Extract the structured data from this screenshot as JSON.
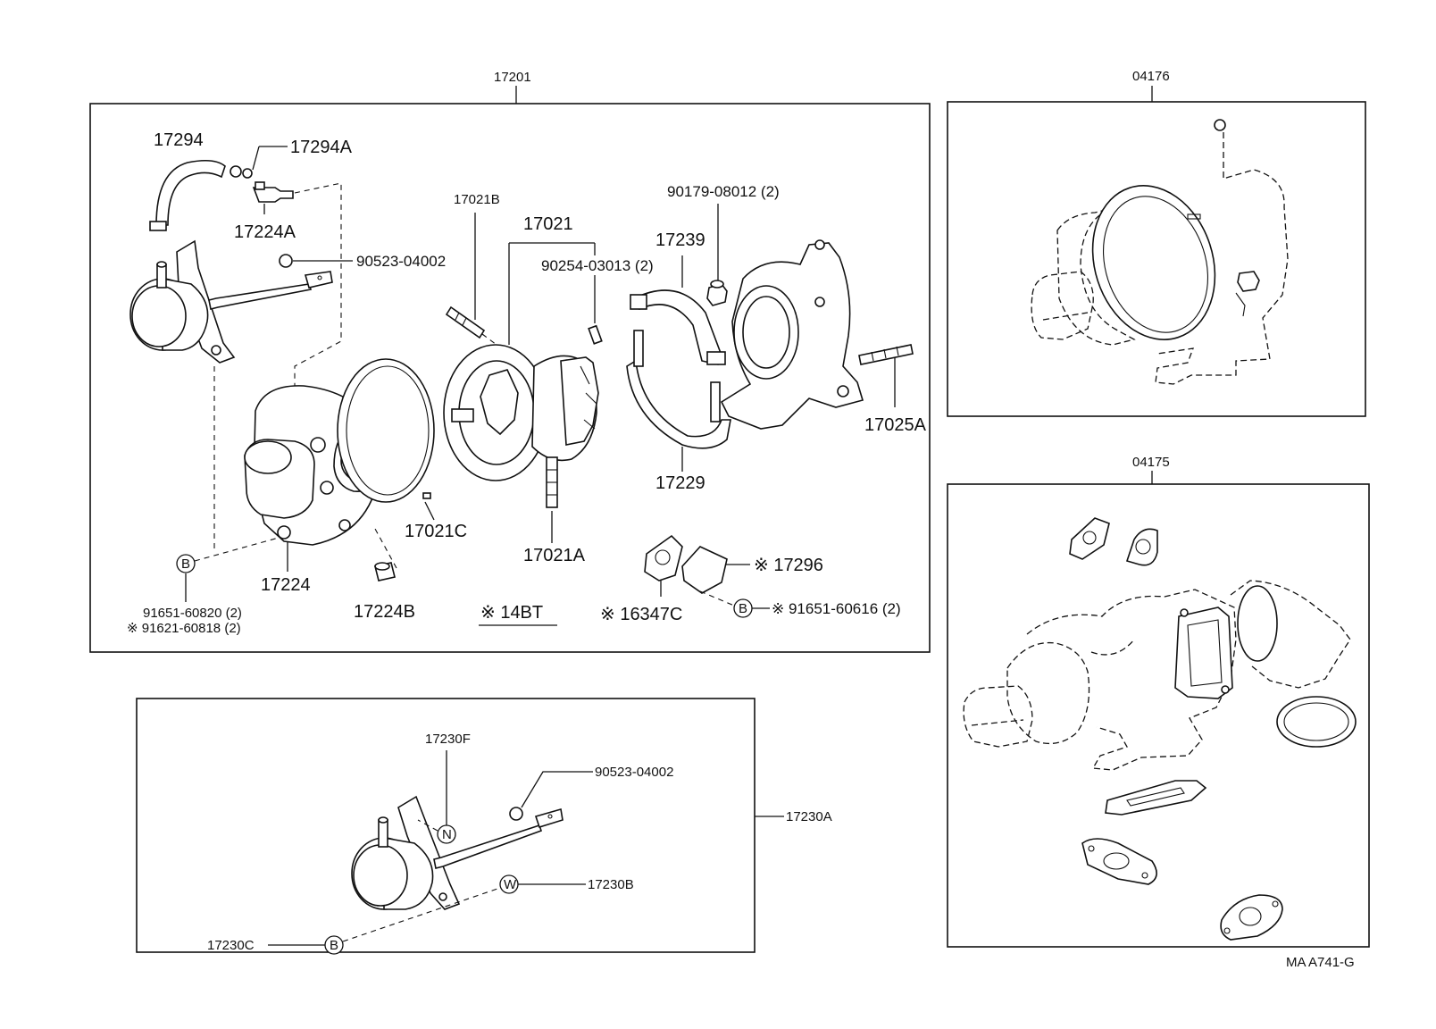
{
  "diagram": {
    "drawing_code": "MA A741-G",
    "groups": {
      "main_assembly": "17201",
      "kit_upper": "04176",
      "kit_lower": "04175",
      "actuator_assembly": "17230A"
    },
    "labels": {
      "p17294": "17294",
      "p17294A": "17294A",
      "p17224A": "17224A",
      "p90523_top": "90523-04002",
      "p17021B": "17021B",
      "p17021": "17021",
      "p90254": "90254-03013 (2)",
      "p90179": "90179-08012 (2)",
      "p17239": "17239",
      "p17025A": "17025A",
      "p17229": "17229",
      "p17021C": "17021C",
      "p17021A": "17021A",
      "p17224": "17224",
      "p17224B": "17224B",
      "p91651_60820": "91651-60820 (2)",
      "p91621_60818": "※ 91621-60818 (2)",
      "note_14bt": "※ 14BT",
      "p16347C": "※ 16347C",
      "p17296": "※ 17296",
      "p91651_60616": "※ 91651-60616 (2)",
      "p17230F": "17230F",
      "p90523_bottom": "90523-04002",
      "p17230B": "17230B",
      "p17230C": "17230C"
    },
    "callout_letters": {
      "bolt_b": "B",
      "nut_n": "N",
      "washer_w": "W"
    }
  }
}
